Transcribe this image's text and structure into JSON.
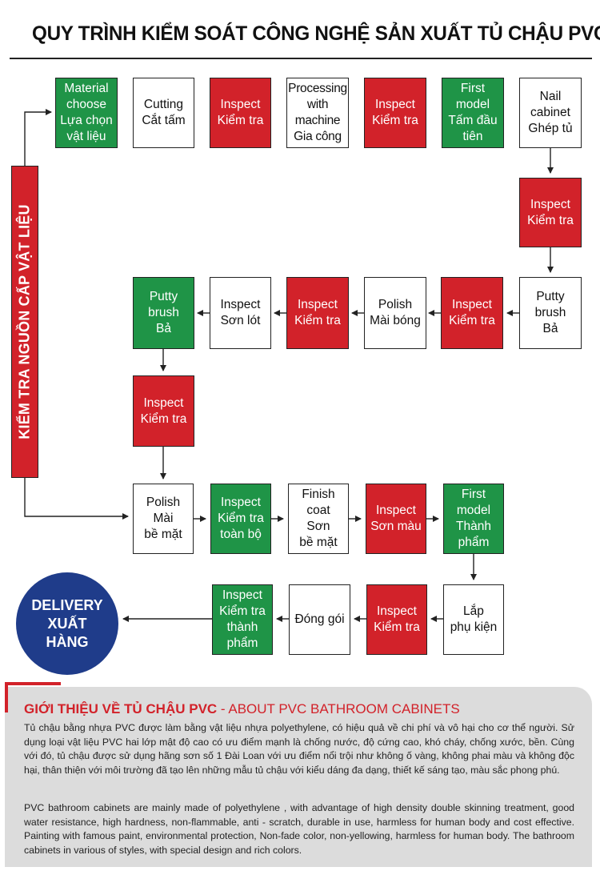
{
  "title": "QUY TRÌNH KIỂM SOÁT CÔNG NGHỆ SẢN XUẤT TỦ CHẬU PVC",
  "side_label": "KIỂM TRA NGUỒN CẤP VẬT LIỆU",
  "delivery": {
    "line1": "DELIVERY",
    "line2": "XUẤT",
    "line3": "HÀNG"
  },
  "colors": {
    "green": "#1f9447",
    "red": "#d2222a",
    "navy": "#1f3c8a",
    "info_bg": "#dcdcdc"
  },
  "steps": {
    "s1": {
      "l1": "Material",
      "l2": "choose",
      "l3": "Lựa chọn",
      "l4": "vật liệu"
    },
    "s2": {
      "l1": "Cutting",
      "l2": "Cắt tấm"
    },
    "s3": {
      "l1": "Inspect",
      "l2": "Kiểm tra"
    },
    "s4": {
      "l1": "Processing",
      "l2": "with",
      "l3": "machine",
      "l4": "Gia công"
    },
    "s5": {
      "l1": "Inspect",
      "l2": "Kiểm tra"
    },
    "s6": {
      "l1": "First",
      "l2": "model",
      "l3": "Tấm đầu",
      "l4": "tiên"
    },
    "s7": {
      "l1": "Nail",
      "l2": "cabinet",
      "l3": "Ghép tủ"
    },
    "s8": {
      "l1": "Inspect",
      "l2": "Kiểm tra"
    },
    "s9": {
      "l1": "Putty",
      "l2": "brush",
      "l3": "Bả"
    },
    "s10": {
      "l1": "Inspect",
      "l2": "Kiểm tra"
    },
    "s11": {
      "l1": "Polish",
      "l2": "Mài bóng"
    },
    "s12": {
      "l1": "Inspect",
      "l2": "Kiểm tra"
    },
    "s13": {
      "l1": "Inspect",
      "l2": "Sơn lót"
    },
    "s14": {
      "l1": "Putty",
      "l2": "brush",
      "l3": "Bả"
    },
    "s15": {
      "l1": "Inspect",
      "l2": "Kiểm tra"
    },
    "s16": {
      "l1": "Polish",
      "l2": "Mài",
      "l3": "bề mặt"
    },
    "s17": {
      "l1": "Inspect",
      "l2": "Kiểm tra",
      "l3": "toàn bộ"
    },
    "s18": {
      "l1": "Finish",
      "l2": "coat",
      "l3": "Sơn",
      "l4": "bề mặt"
    },
    "s19": {
      "l1": "Inspect",
      "l2": "Sơn màu"
    },
    "s20": {
      "l1": "First",
      "l2": "model",
      "l3": "Thành",
      "l4": "phẩm"
    },
    "s21": {
      "l1": "Lắp",
      "l2": "phụ kiện"
    },
    "s22": {
      "l1": "Inspect",
      "l2": "Kiểm tra"
    },
    "s23": {
      "l1": "Đóng gói"
    },
    "s24": {
      "l1": "Inspect",
      "l2": "Kiểm tra",
      "l3": "thành",
      "l4": "phẩm"
    }
  },
  "info": {
    "title_vi": "GIỚI THIỆU VỀ TỦ CHẬU PVC",
    "title_sep": " - ",
    "title_en": "ABOUT PVC BATHROOM CABINETS",
    "para_vi": "Tủ chậu bằng nhựa PVC được làm bằng vật liệu nhựa polyethylene, có hiệu quả về chi phí và vô hại cho cơ thể người. Sử dụng loại vật liệu PVC hai lớp mật độ cao có ưu điểm mạnh là chống nước, độ cứng cao, khó cháy, chống xước, bền. Cùng với đó, tủ chậu được sử dụng hãng sơn số 1 Đài Loan với ưu điểm nổi trội như không ố vàng, không phai màu và không độc hại, thân thiện với môi trường đã tạo lên những mẫu tủ chậu với kiểu dáng đa dạng, thiết kế sáng tạo, màu sắc phong phú.",
    "para_en": "PVC bathroom cabinets are mainly made of polyethylene , with  advantage of high density double skinning treatment, good water resistance, high hardness, non-flammable, anti - scratch, durable in use, harmless for human body and cost effective. Painting with famous paint, environmental protection, Non-fade color, non-yellowing, harmless for human body. The bathroom cabinets in various of styles, with special design and rich colors."
  }
}
